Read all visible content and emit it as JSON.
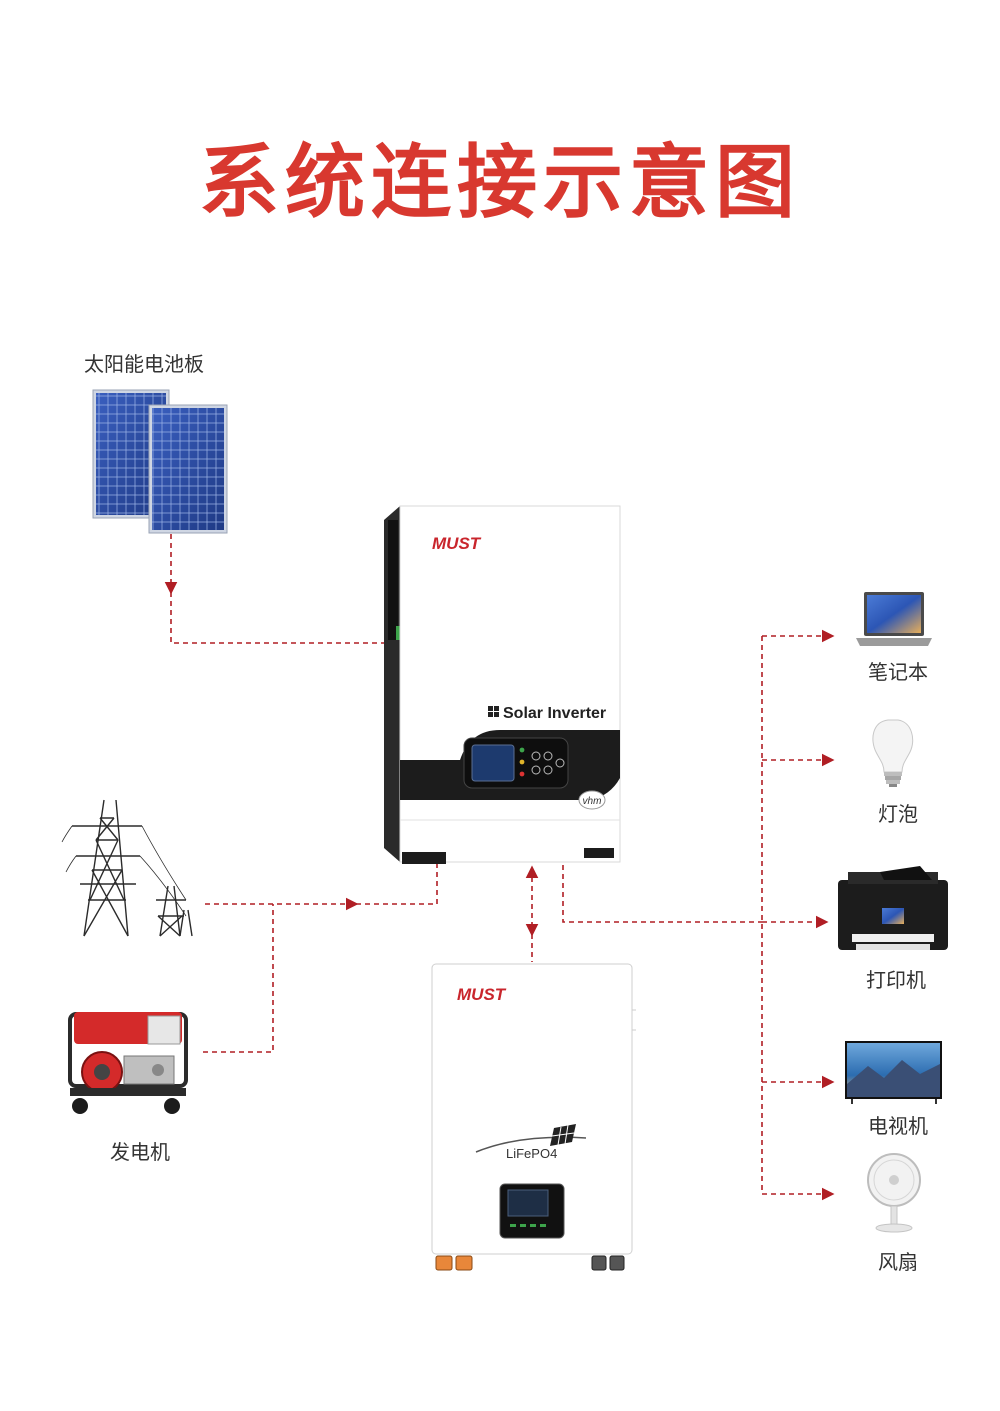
{
  "title": "系统连接示意图",
  "labels": {
    "solar_panel": "太阳能电池板",
    "generator": "发电机",
    "laptop": "笔记本",
    "bulb": "灯泡",
    "printer": "打印机",
    "tv": "电视机",
    "fan": "风扇"
  },
  "inverter": {
    "brand": "MUST",
    "product": "Solar Inverter",
    "badge": "vhm"
  },
  "battery": {
    "brand": "MUST",
    "chemistry": "LiFePO4"
  },
  "colors": {
    "accent": "#b01e24",
    "title": "#d8382f",
    "panel": "#2c4ea3",
    "device_dark": "#1c1c1c"
  }
}
